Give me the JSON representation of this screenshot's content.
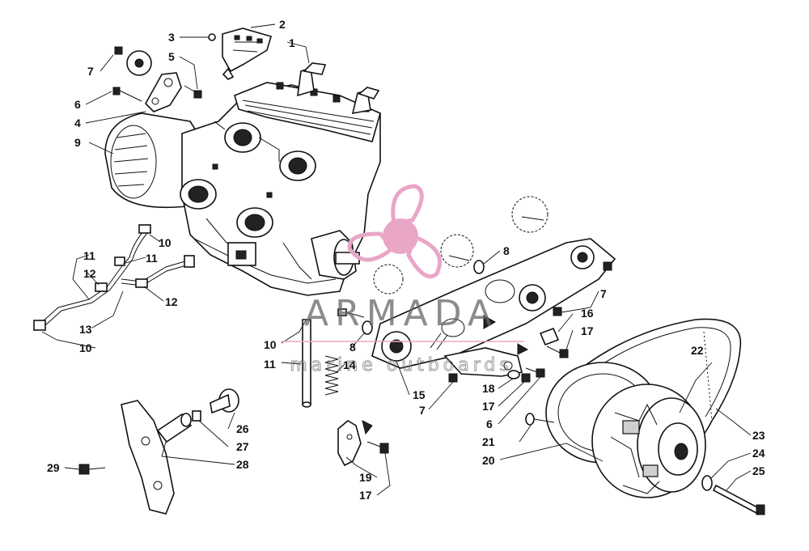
{
  "watermark": {
    "brand": "ARMADA",
    "tagline": "marine outboards",
    "logo_icon": "propeller-icon",
    "logo_color": "#e9a6c6",
    "line_color": "#e9a6c6"
  },
  "callouts": [
    {
      "id": "c-2",
      "label": "2"
    },
    {
      "id": "c-1",
      "label": "1"
    },
    {
      "id": "c-3",
      "label": "3"
    },
    {
      "id": "c-5",
      "label": "5"
    },
    {
      "id": "c-7a",
      "label": "7"
    },
    {
      "id": "c-6a",
      "label": "6"
    },
    {
      "id": "c-4",
      "label": "4"
    },
    {
      "id": "c-9",
      "label": "9"
    },
    {
      "id": "c-10a",
      "label": "10"
    },
    {
      "id": "c-11a",
      "label": "11"
    },
    {
      "id": "c-11b",
      "label": "11"
    },
    {
      "id": "c-12a",
      "label": "12"
    },
    {
      "id": "c-12b",
      "label": "12"
    },
    {
      "id": "c-13",
      "label": "13"
    },
    {
      "id": "c-10b",
      "label": "10"
    },
    {
      "id": "c-8a",
      "label": "8"
    },
    {
      "id": "c-7b",
      "label": "7"
    },
    {
      "id": "c-16",
      "label": "16"
    },
    {
      "id": "c-17a",
      "label": "17"
    },
    {
      "id": "c-10c",
      "label": "10"
    },
    {
      "id": "c-8b",
      "label": "8"
    },
    {
      "id": "c-11c",
      "label": "11"
    },
    {
      "id": "c-14",
      "label": "14"
    },
    {
      "id": "c-15",
      "label": "15"
    },
    {
      "id": "c-7c",
      "label": "7"
    },
    {
      "id": "c-18",
      "label": "18"
    },
    {
      "id": "c-17b",
      "label": "17"
    },
    {
      "id": "c-6b",
      "label": "6"
    },
    {
      "id": "c-22",
      "label": "22"
    },
    {
      "id": "c-23",
      "label": "23"
    },
    {
      "id": "c-21",
      "label": "21"
    },
    {
      "id": "c-24",
      "label": "24"
    },
    {
      "id": "c-25",
      "label": "25"
    },
    {
      "id": "c-20",
      "label": "20"
    },
    {
      "id": "c-26",
      "label": "26"
    },
    {
      "id": "c-27",
      "label": "27"
    },
    {
      "id": "c-28",
      "label": "28"
    },
    {
      "id": "c-29",
      "label": "29"
    },
    {
      "id": "c-19",
      "label": "19"
    },
    {
      "id": "c-17c",
      "label": "17"
    }
  ]
}
